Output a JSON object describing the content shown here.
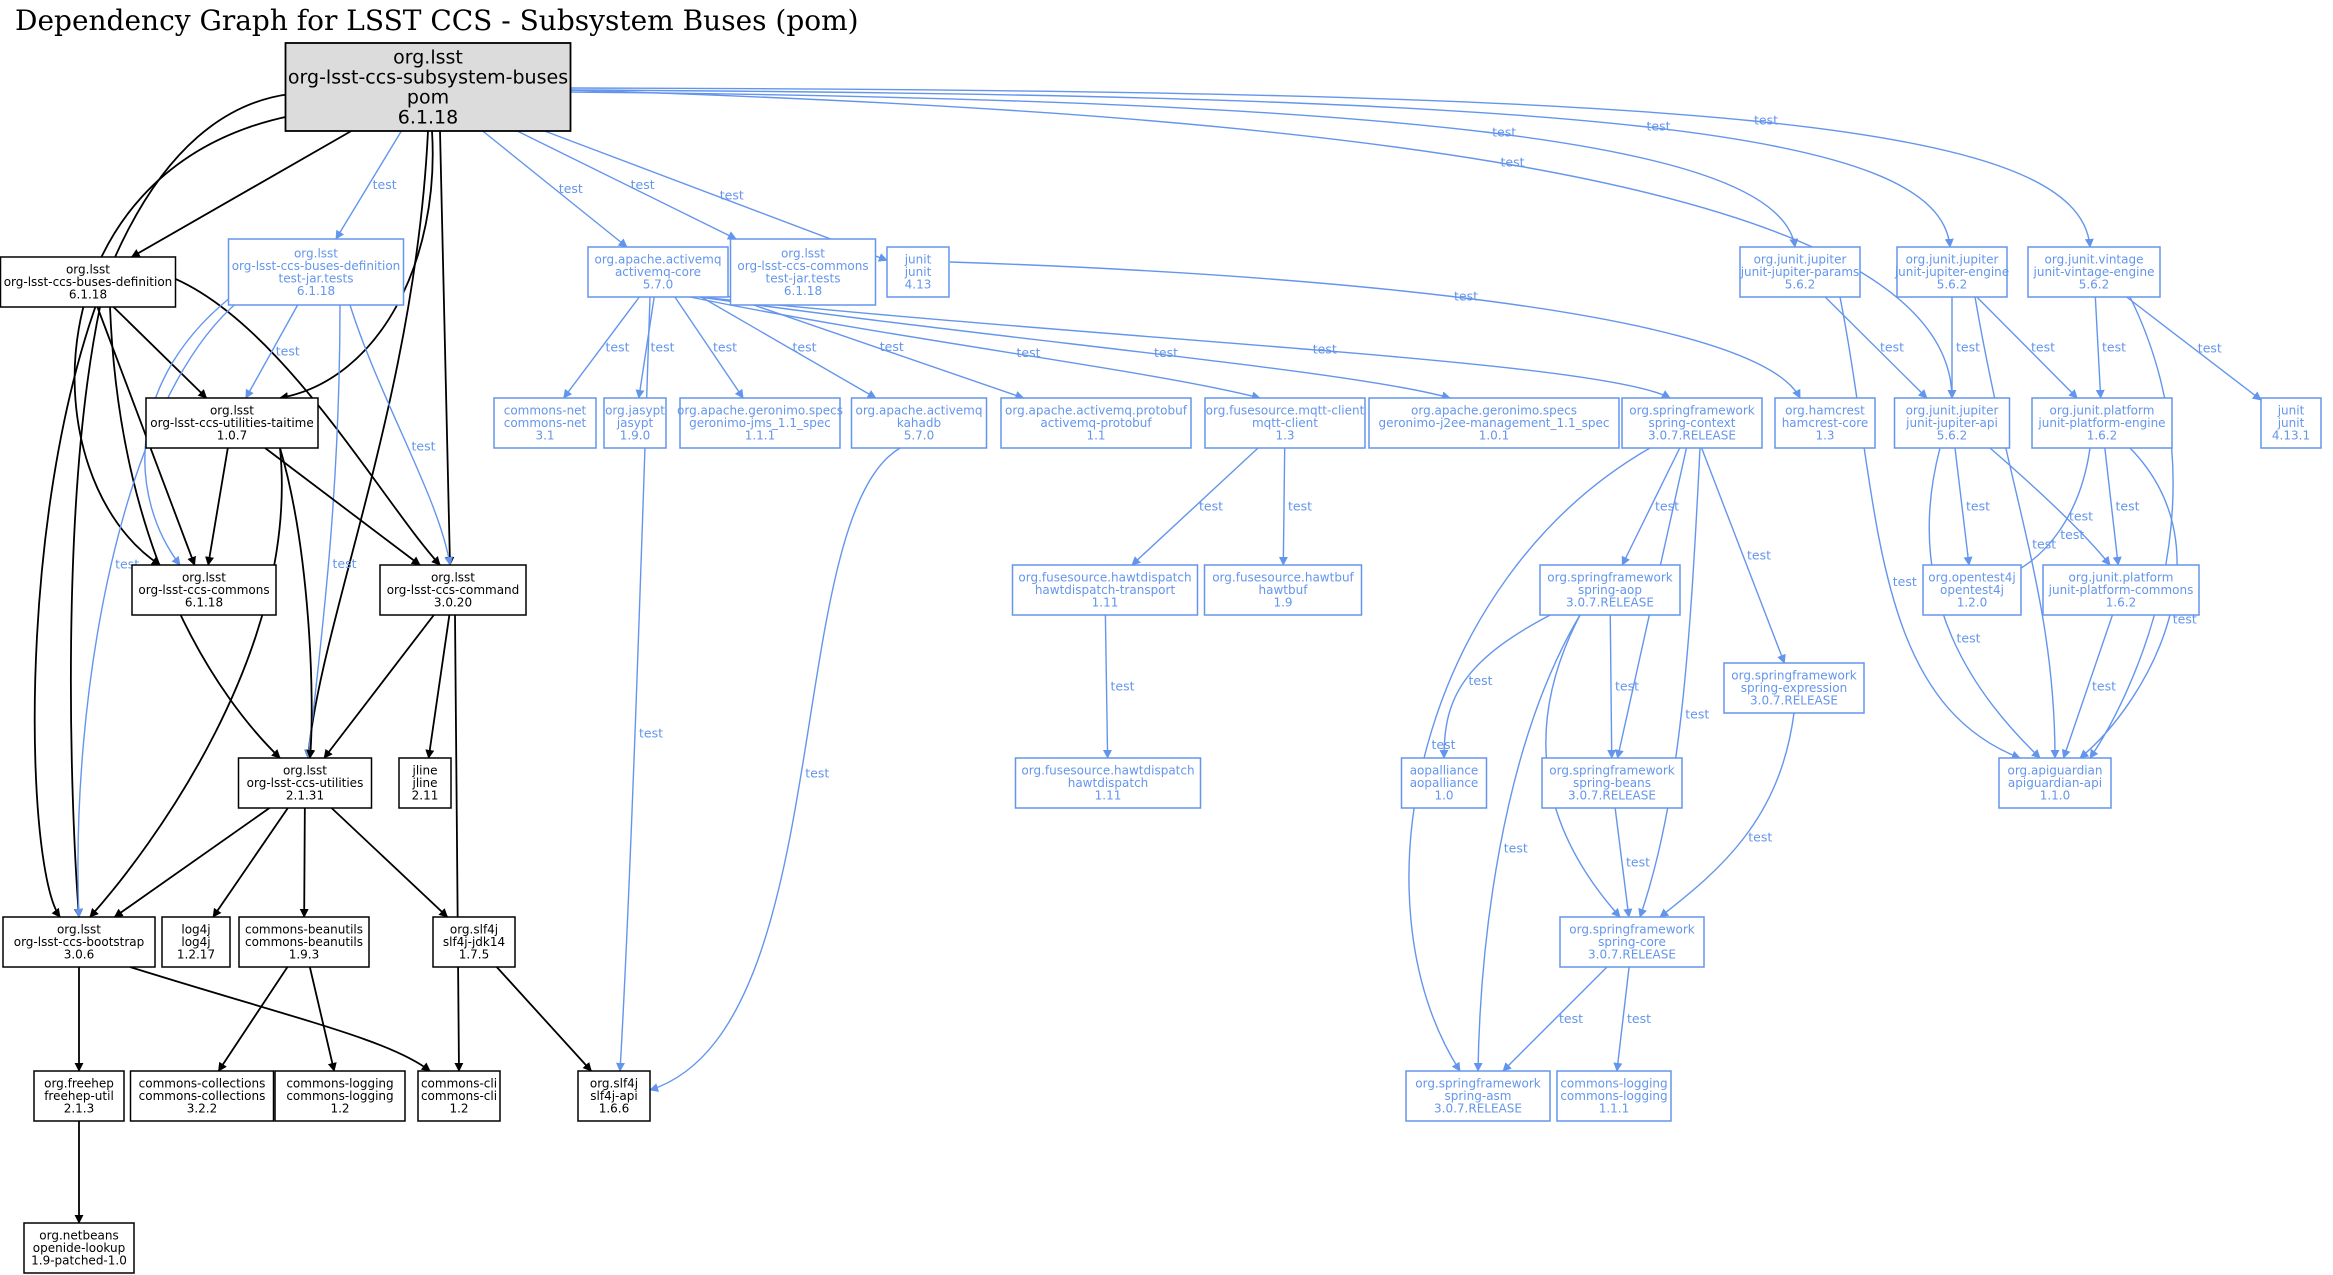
{
  "title": "Dependency Graph for LSST CCS - Subsystem Buses (pom)",
  "colors": {
    "compile": "#000000",
    "test": "#6495ed",
    "root_fill": "#dcdcdc"
  },
  "nodes": [
    {
      "id": "root",
      "lines": [
        "org.lsst",
        "org-lsst-ccs-subsystem-buses",
        "pom",
        "6.1.18"
      ],
      "scope": "root"
    },
    {
      "id": "busdef",
      "lines": [
        "org.lsst",
        "org-lsst-ccs-buses-definition",
        "6.1.18"
      ],
      "scope": "compile"
    },
    {
      "id": "busdeftest",
      "lines": [
        "org.lsst",
        "org-lsst-ccs-buses-definition",
        "test-jar.tests",
        "6.1.18"
      ],
      "scope": "test"
    },
    {
      "id": "amqcore",
      "lines": [
        "org.apache.activemq",
        "activemq-core",
        "5.7.0"
      ],
      "scope": "test"
    },
    {
      "id": "ccscommonstest",
      "lines": [
        "org.lsst",
        "org-lsst-ccs-commons",
        "test-jar.tests",
        "6.1.18"
      ],
      "scope": "test"
    },
    {
      "id": "junit413",
      "lines": [
        "junit",
        "junit",
        "4.13"
      ],
      "scope": "test"
    },
    {
      "id": "jparams",
      "lines": [
        "org.junit.jupiter",
        "junit-jupiter-params",
        "5.6.2"
      ],
      "scope": "test"
    },
    {
      "id": "jengine",
      "lines": [
        "org.junit.jupiter",
        "junit-jupiter-engine",
        "5.6.2"
      ],
      "scope": "test"
    },
    {
      "id": "vintage",
      "lines": [
        "org.junit.vintage",
        "junit-vintage-engine",
        "5.6.2"
      ],
      "scope": "test"
    },
    {
      "id": "taitime",
      "lines": [
        "org.lsst",
        "org-lsst-ccs-utilities-taitime",
        "1.0.7"
      ],
      "scope": "compile"
    },
    {
      "id": "cnet",
      "lines": [
        "commons-net",
        "commons-net",
        "3.1"
      ],
      "scope": "test"
    },
    {
      "id": "jasypt",
      "lines": [
        "org.jasypt",
        "jasypt",
        "1.9.0"
      ],
      "scope": "test"
    },
    {
      "id": "jms",
      "lines": [
        "org.apache.geronimo.specs",
        "geronimo-jms_1.1_spec",
        "1.1.1"
      ],
      "scope": "test"
    },
    {
      "id": "kahadb",
      "lines": [
        "org.apache.activemq",
        "kahadb",
        "5.7.0"
      ],
      "scope": "test"
    },
    {
      "id": "amqproto",
      "lines": [
        "org.apache.activemq.protobuf",
        "activemq-protobuf",
        "1.1"
      ],
      "scope": "test"
    },
    {
      "id": "mqtt",
      "lines": [
        "org.fusesource.mqtt-client",
        "mqtt-client",
        "1.3"
      ],
      "scope": "test"
    },
    {
      "id": "j2ee",
      "lines": [
        "org.apache.geronimo.specs",
        "geronimo-j2ee-management_1.1_spec",
        "1.0.1"
      ],
      "scope": "test"
    },
    {
      "id": "springctx",
      "lines": [
        "org.springframework",
        "spring-context",
        "3.0.7.RELEASE"
      ],
      "scope": "test"
    },
    {
      "id": "hamcrest",
      "lines": [
        "org.hamcrest",
        "hamcrest-core",
        "1.3"
      ],
      "scope": "test"
    },
    {
      "id": "japi",
      "lines": [
        "org.junit.jupiter",
        "junit-jupiter-api",
        "5.6.2"
      ],
      "scope": "test"
    },
    {
      "id": "platengine",
      "lines": [
        "org.junit.platform",
        "junit-platform-engine",
        "1.6.2"
      ],
      "scope": "test"
    },
    {
      "id": "junit4131",
      "lines": [
        "junit",
        "junit",
        "4.13.1"
      ],
      "scope": "test"
    },
    {
      "id": "ccscommons",
      "lines": [
        "org.lsst",
        "org-lsst-ccs-commons",
        "6.1.18"
      ],
      "scope": "compile"
    },
    {
      "id": "ccscommand",
      "lines": [
        "org.lsst",
        "org-lsst-ccs-command",
        "3.0.20"
      ],
      "scope": "compile"
    },
    {
      "id": "hawttrans",
      "lines": [
        "org.fusesource.hawtdispatch",
        "hawtdispatch-transport",
        "1.11"
      ],
      "scope": "test"
    },
    {
      "id": "hawtbuf",
      "lines": [
        "org.fusesource.hawtbuf",
        "hawtbuf",
        "1.9"
      ],
      "scope": "test"
    },
    {
      "id": "springaop",
      "lines": [
        "org.springframework",
        "spring-aop",
        "3.0.7.RELEASE"
      ],
      "scope": "test"
    },
    {
      "id": "opentest4j",
      "lines": [
        "org.opentest4j",
        "opentest4j",
        "1.2.0"
      ],
      "scope": "test"
    },
    {
      "id": "platcommons",
      "lines": [
        "org.junit.platform",
        "junit-platform-commons",
        "1.6.2"
      ],
      "scope": "test"
    },
    {
      "id": "springexpr",
      "lines": [
        "org.springframework",
        "spring-expression",
        "3.0.7.RELEASE"
      ],
      "scope": "test"
    },
    {
      "id": "utilities",
      "lines": [
        "org.lsst",
        "org-lsst-ccs-utilities",
        "2.1.31"
      ],
      "scope": "compile"
    },
    {
      "id": "jline",
      "lines": [
        "jline",
        "jline",
        "2.11"
      ],
      "scope": "compile"
    },
    {
      "id": "hawtdispatch",
      "lines": [
        "org.fusesource.hawtdispatch",
        "hawtdispatch",
        "1.11"
      ],
      "scope": "test"
    },
    {
      "id": "aopalliance",
      "lines": [
        "aopalliance",
        "aopalliance",
        "1.0"
      ],
      "scope": "test"
    },
    {
      "id": "springbeans",
      "lines": [
        "org.springframework",
        "spring-beans",
        "3.0.7.RELEASE"
      ],
      "scope": "test"
    },
    {
      "id": "apiguardian",
      "lines": [
        "org.apiguardian",
        "apiguardian-api",
        "1.1.0"
      ],
      "scope": "test"
    },
    {
      "id": "bootstrap",
      "lines": [
        "org.lsst",
        "org-lsst-ccs-bootstrap",
        "3.0.6"
      ],
      "scope": "compile"
    },
    {
      "id": "log4j",
      "lines": [
        "log4j",
        "log4j",
        "1.2.17"
      ],
      "scope": "compile"
    },
    {
      "id": "beanutils",
      "lines": [
        "commons-beanutils",
        "commons-beanutils",
        "1.9.3"
      ],
      "scope": "compile"
    },
    {
      "id": "slf4jjdk",
      "lines": [
        "org.slf4j",
        "slf4j-jdk14",
        "1.7.5"
      ],
      "scope": "compile"
    },
    {
      "id": "springcore",
      "lines": [
        "org.springframework",
        "spring-core",
        "3.0.7.RELEASE"
      ],
      "scope": "test"
    },
    {
      "id": "freehep",
      "lines": [
        "org.freehep",
        "freehep-util",
        "2.1.3"
      ],
      "scope": "compile"
    },
    {
      "id": "collections",
      "lines": [
        "commons-collections",
        "commons-collections",
        "3.2.2"
      ],
      "scope": "compile"
    },
    {
      "id": "clogging12",
      "lines": [
        "commons-logging",
        "commons-logging",
        "1.2"
      ],
      "scope": "compile"
    },
    {
      "id": "ccli",
      "lines": [
        "commons-cli",
        "commons-cli",
        "1.2"
      ],
      "scope": "compile"
    },
    {
      "id": "slf4japi",
      "lines": [
        "org.slf4j",
        "slf4j-api",
        "1.6.6"
      ],
      "scope": "compile"
    },
    {
      "id": "springasm",
      "lines": [
        "org.springframework",
        "spring-asm",
        "3.0.7.RELEASE"
      ],
      "scope": "test"
    },
    {
      "id": "clogging111",
      "lines": [
        "commons-logging",
        "commons-logging",
        "1.1.1"
      ],
      "scope": "test"
    },
    {
      "id": "netbeans",
      "lines": [
        "org.netbeans",
        "openide-lookup",
        "1.9-patched-1.0"
      ],
      "scope": "compile"
    }
  ],
  "edges": [
    {
      "from": "root",
      "to": "busdef",
      "label": ""
    },
    {
      "from": "root",
      "to": "busdeftest",
      "label": "test"
    },
    {
      "from": "root",
      "to": "amqcore",
      "label": "test"
    },
    {
      "from": "root",
      "to": "ccscommonstest",
      "label": "test"
    },
    {
      "from": "root",
      "to": "junit413",
      "label": "test"
    },
    {
      "from": "root",
      "to": "jparams",
      "label": "test"
    },
    {
      "from": "root",
      "to": "jengine",
      "label": "test"
    },
    {
      "from": "root",
      "to": "vintage",
      "label": "test"
    },
    {
      "from": "root",
      "to": "japi",
      "label": "test"
    },
    {
      "from": "root",
      "to": "taitime",
      "label": ""
    },
    {
      "from": "root",
      "to": "ccscommons",
      "label": ""
    },
    {
      "from": "root",
      "to": "ccscommand",
      "label": ""
    },
    {
      "from": "root",
      "to": "utilities",
      "label": ""
    },
    {
      "from": "root",
      "to": "bootstrap",
      "label": ""
    },
    {
      "from": "busdef",
      "to": "taitime",
      "label": ""
    },
    {
      "from": "busdef",
      "to": "ccscommons",
      "label": ""
    },
    {
      "from": "busdef",
      "to": "ccscommand",
      "label": ""
    },
    {
      "from": "busdef",
      "to": "utilities",
      "label": ""
    },
    {
      "from": "busdef",
      "to": "bootstrap",
      "label": ""
    },
    {
      "from": "busdeftest",
      "to": "taitime",
      "label": "test"
    },
    {
      "from": "busdeftest",
      "to": "ccscommons",
      "label": "test"
    },
    {
      "from": "busdeftest",
      "to": "ccscommand",
      "label": "test"
    },
    {
      "from": "busdeftest",
      "to": "utilities",
      "label": "test"
    },
    {
      "from": "busdeftest",
      "to": "bootstrap",
      "label": "test"
    },
    {
      "from": "amqcore",
      "to": "cnet",
      "label": "test"
    },
    {
      "from": "amqcore",
      "to": "jasypt",
      "label": "test"
    },
    {
      "from": "amqcore",
      "to": "jms",
      "label": "test"
    },
    {
      "from": "amqcore",
      "to": "kahadb",
      "label": "test"
    },
    {
      "from": "amqcore",
      "to": "amqproto",
      "label": "test"
    },
    {
      "from": "amqcore",
      "to": "mqtt",
      "label": "test"
    },
    {
      "from": "amqcore",
      "to": "j2ee",
      "label": "test"
    },
    {
      "from": "amqcore",
      "to": "springctx",
      "label": "test"
    },
    {
      "from": "amqcore",
      "to": "slf4japi",
      "label": "test"
    },
    {
      "from": "junit413",
      "to": "hamcrest",
      "label": "test"
    },
    {
      "from": "jparams",
      "to": "japi",
      "label": "test"
    },
    {
      "from": "jparams",
      "to": "apiguardian",
      "label": "test"
    },
    {
      "from": "jengine",
      "to": "japi",
      "label": "test"
    },
    {
      "from": "jengine",
      "to": "platengine",
      "label": "test"
    },
    {
      "from": "jengine",
      "to": "apiguardian",
      "label": "test"
    },
    {
      "from": "vintage",
      "to": "platengine",
      "label": "test"
    },
    {
      "from": "vintage",
      "to": "junit4131",
      "label": "test"
    },
    {
      "from": "vintage",
      "to": "apiguardian",
      "label": "test"
    },
    {
      "from": "taitime",
      "to": "ccscommons",
      "label": ""
    },
    {
      "from": "taitime",
      "to": "ccscommand",
      "label": ""
    },
    {
      "from": "taitime",
      "to": "utilities",
      "label": ""
    },
    {
      "from": "taitime",
      "to": "bootstrap",
      "label": ""
    },
    {
      "from": "kahadb",
      "to": "slf4japi",
      "label": "test"
    },
    {
      "from": "mqtt",
      "to": "hawttrans",
      "label": "test"
    },
    {
      "from": "mqtt",
      "to": "hawtbuf",
      "label": "test"
    },
    {
      "from": "springctx",
      "to": "springaop",
      "label": "test"
    },
    {
      "from": "springctx",
      "to": "springbeans",
      "label": "test"
    },
    {
      "from": "springctx",
      "to": "springexpr",
      "label": "test"
    },
    {
      "from": "springctx",
      "to": "springcore",
      "label": "test"
    },
    {
      "from": "springctx",
      "to": "springasm",
      "label": "test"
    },
    {
      "from": "japi",
      "to": "opentest4j",
      "label": "test"
    },
    {
      "from": "japi",
      "to": "platcommons",
      "label": "test"
    },
    {
      "from": "japi",
      "to": "apiguardian",
      "label": "test"
    },
    {
      "from": "platengine",
      "to": "opentest4j",
      "label": "test"
    },
    {
      "from": "platengine",
      "to": "platcommons",
      "label": "test"
    },
    {
      "from": "platengine",
      "to": "apiguardian",
      "label": "test"
    },
    {
      "from": "ccscommand",
      "to": "utilities",
      "label": ""
    },
    {
      "from": "ccscommand",
      "to": "jline",
      "label": ""
    },
    {
      "from": "ccscommand",
      "to": "ccli",
      "label": ""
    },
    {
      "from": "hawttrans",
      "to": "hawtdispatch",
      "label": "test"
    },
    {
      "from": "springaop",
      "to": "aopalliance",
      "label": "test"
    },
    {
      "from": "springaop",
      "to": "springbeans",
      "label": "test"
    },
    {
      "from": "springaop",
      "to": "springcore",
      "label": "test"
    },
    {
      "from": "springaop",
      "to": "springasm",
      "label": "test"
    },
    {
      "from": "platcommons",
      "to": "apiguardian",
      "label": "test"
    },
    {
      "from": "springexpr",
      "to": "springcore",
      "label": "test"
    },
    {
      "from": "utilities",
      "to": "bootstrap",
      "label": ""
    },
    {
      "from": "utilities",
      "to": "log4j",
      "label": ""
    },
    {
      "from": "utilities",
      "to": "beanutils",
      "label": ""
    },
    {
      "from": "utilities",
      "to": "slf4jjdk",
      "label": ""
    },
    {
      "from": "springbeans",
      "to": "springcore",
      "label": "test"
    },
    {
      "from": "bootstrap",
      "to": "freehep",
      "label": ""
    },
    {
      "from": "bootstrap",
      "to": "ccli",
      "label": ""
    },
    {
      "from": "beanutils",
      "to": "collections",
      "label": ""
    },
    {
      "from": "beanutils",
      "to": "clogging12",
      "label": ""
    },
    {
      "from": "slf4jjdk",
      "to": "slf4japi",
      "label": ""
    },
    {
      "from": "springcore",
      "to": "springasm",
      "label": "test"
    },
    {
      "from": "springcore",
      "to": "clogging111",
      "label": "test"
    },
    {
      "from": "freehep",
      "to": "netbeans",
      "label": ""
    }
  ]
}
